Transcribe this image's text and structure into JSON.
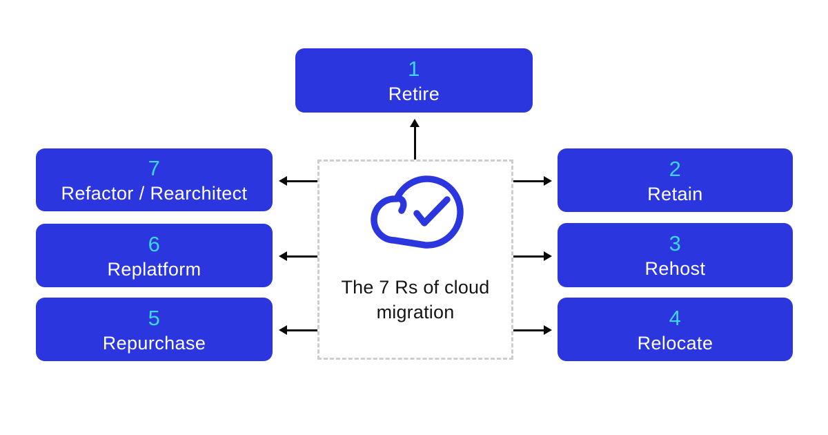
{
  "page": {
    "background": "#FFFFFF"
  },
  "center": {
    "icon": "cloud-check-icon",
    "title_line1": "The 7 Rs of cloud",
    "title_line2": "migration",
    "title_full": "The 7 Rs of cloud migration"
  },
  "boxes": {
    "top": {
      "number": "1",
      "label": "Retire"
    },
    "right": [
      {
        "number": "2",
        "label": "Retain"
      },
      {
        "number": "3",
        "label": "Rehost"
      },
      {
        "number": "4",
        "label": "Relocate"
      }
    ],
    "left": [
      {
        "number": "7",
        "label": "Refactor / Rearchitect"
      },
      {
        "number": "6",
        "label": "Replatform"
      },
      {
        "number": "5",
        "label": "Repurchase"
      }
    ]
  },
  "colors": {
    "box_blue": "#2C36DE",
    "number_cyan": "#3CD6F2",
    "label_white": "#FFFFFF",
    "title_dark": "#141414",
    "dashed_border_gray": "#CDCDCD",
    "arrow_black": "#0A0A0A",
    "cloud_icon_blue": "#2C36DE"
  }
}
